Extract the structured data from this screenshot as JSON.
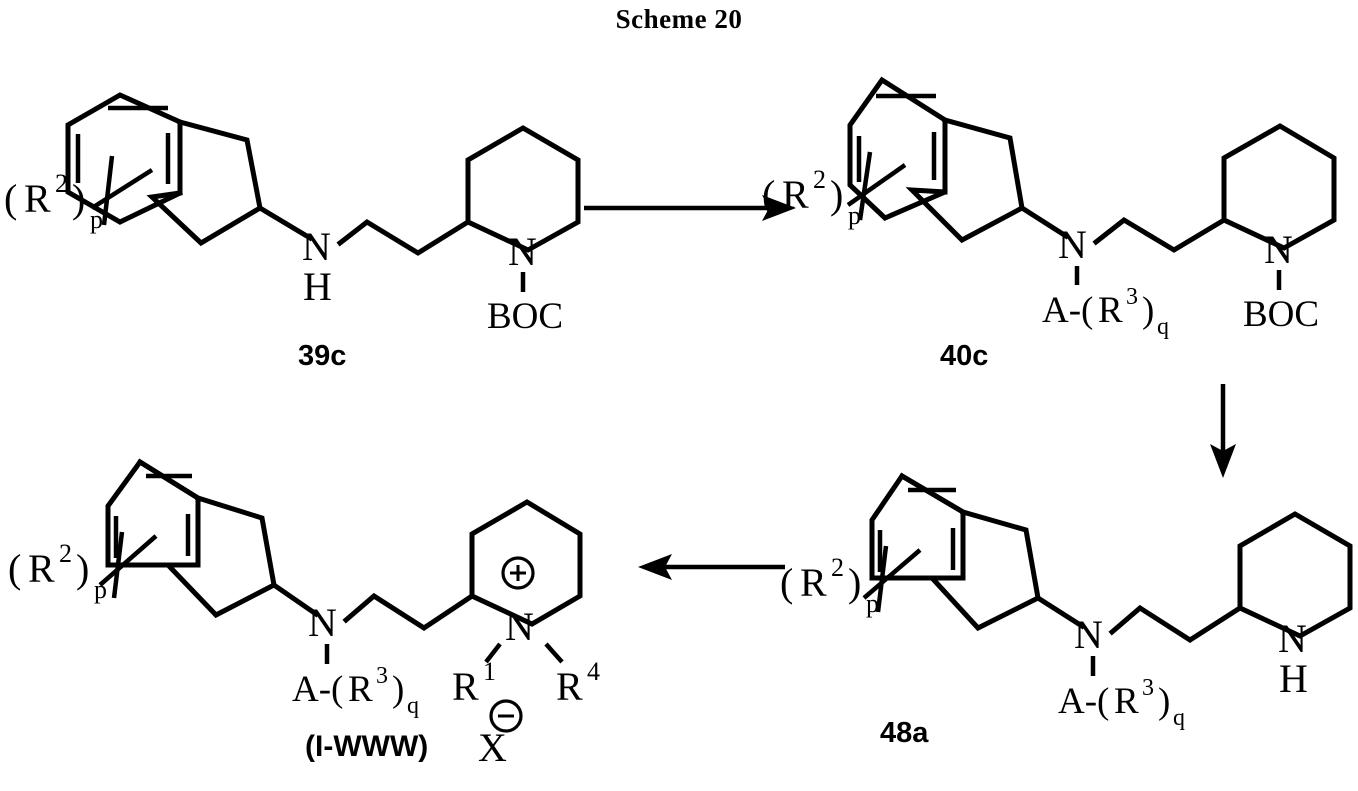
{
  "title": "Scheme 20",
  "scheme": {
    "compounds": [
      {
        "id": "39c",
        "label": "39c",
        "position": "top-left",
        "core": "indane",
        "substituent_label": "(R2)p",
        "r2_text": "R",
        "r2_super": "2",
        "r2_sub": "p",
        "linker_atom": "N",
        "linker_atom_h": "H",
        "ring": "piperidine",
        "ring_n": "N",
        "ring_n_substituent": "BOC"
      },
      {
        "id": "40c",
        "label": "40c",
        "position": "top-right",
        "core": "indane",
        "substituent_label": "(R2)p",
        "r2_text": "R",
        "r2_super": "2",
        "r2_sub": "p",
        "linker_atom": "N",
        "linker_substituent_a": "A-(",
        "linker_substituent_r": "R",
        "linker_substituent_super": "3",
        "linker_substituent_close": ")",
        "linker_substituent_sub": "q",
        "ring": "piperidine",
        "ring_n": "N",
        "ring_n_substituent": "BOC"
      },
      {
        "id": "48a",
        "label": "48a",
        "position": "bottom-right",
        "core": "indane",
        "substituent_label": "(R2)p",
        "r2_text": "R",
        "r2_super": "2",
        "r2_sub": "p",
        "linker_atom": "N",
        "linker_substituent_a": "A-(",
        "linker_substituent_r": "R",
        "linker_substituent_super": "3",
        "linker_substituent_close": ")",
        "linker_substituent_sub": "q",
        "ring": "piperidine",
        "ring_n": "N",
        "ring_n_h": "H"
      },
      {
        "id": "I-WWW",
        "label": "(I-WWW)",
        "position": "bottom-left",
        "core": "indane",
        "substituent_label": "(R2)p",
        "r2_text": "R",
        "r2_super": "2",
        "r2_sub": "p",
        "linker_atom": "N",
        "linker_substituent_a": "A-(",
        "linker_substituent_r": "R",
        "linker_substituent_super": "3",
        "linker_substituent_close": ")",
        "linker_substituent_sub": "q",
        "ring": "pyridinium",
        "ring_n": "N",
        "ring_n_charge": "+",
        "ring_n_sub_left": "R",
        "ring_n_sub_left_super": "1",
        "ring_n_sub_right": "R",
        "ring_n_sub_right_super": "4",
        "counterion": "X",
        "counterion_charge": "−"
      }
    ],
    "arrows": [
      {
        "id": "arrow-39c-to-40c",
        "direction": "right",
        "label": ""
      },
      {
        "id": "arrow-40c-to-48a",
        "direction": "down",
        "label": ""
      },
      {
        "id": "arrow-48a-to-iwww",
        "direction": "left",
        "label": ""
      }
    ],
    "paren_open": "(",
    "paren_close": ")",
    "boc_label": "BOC"
  },
  "colors": {
    "ink": "#000000",
    "background": "#ffffff"
  }
}
